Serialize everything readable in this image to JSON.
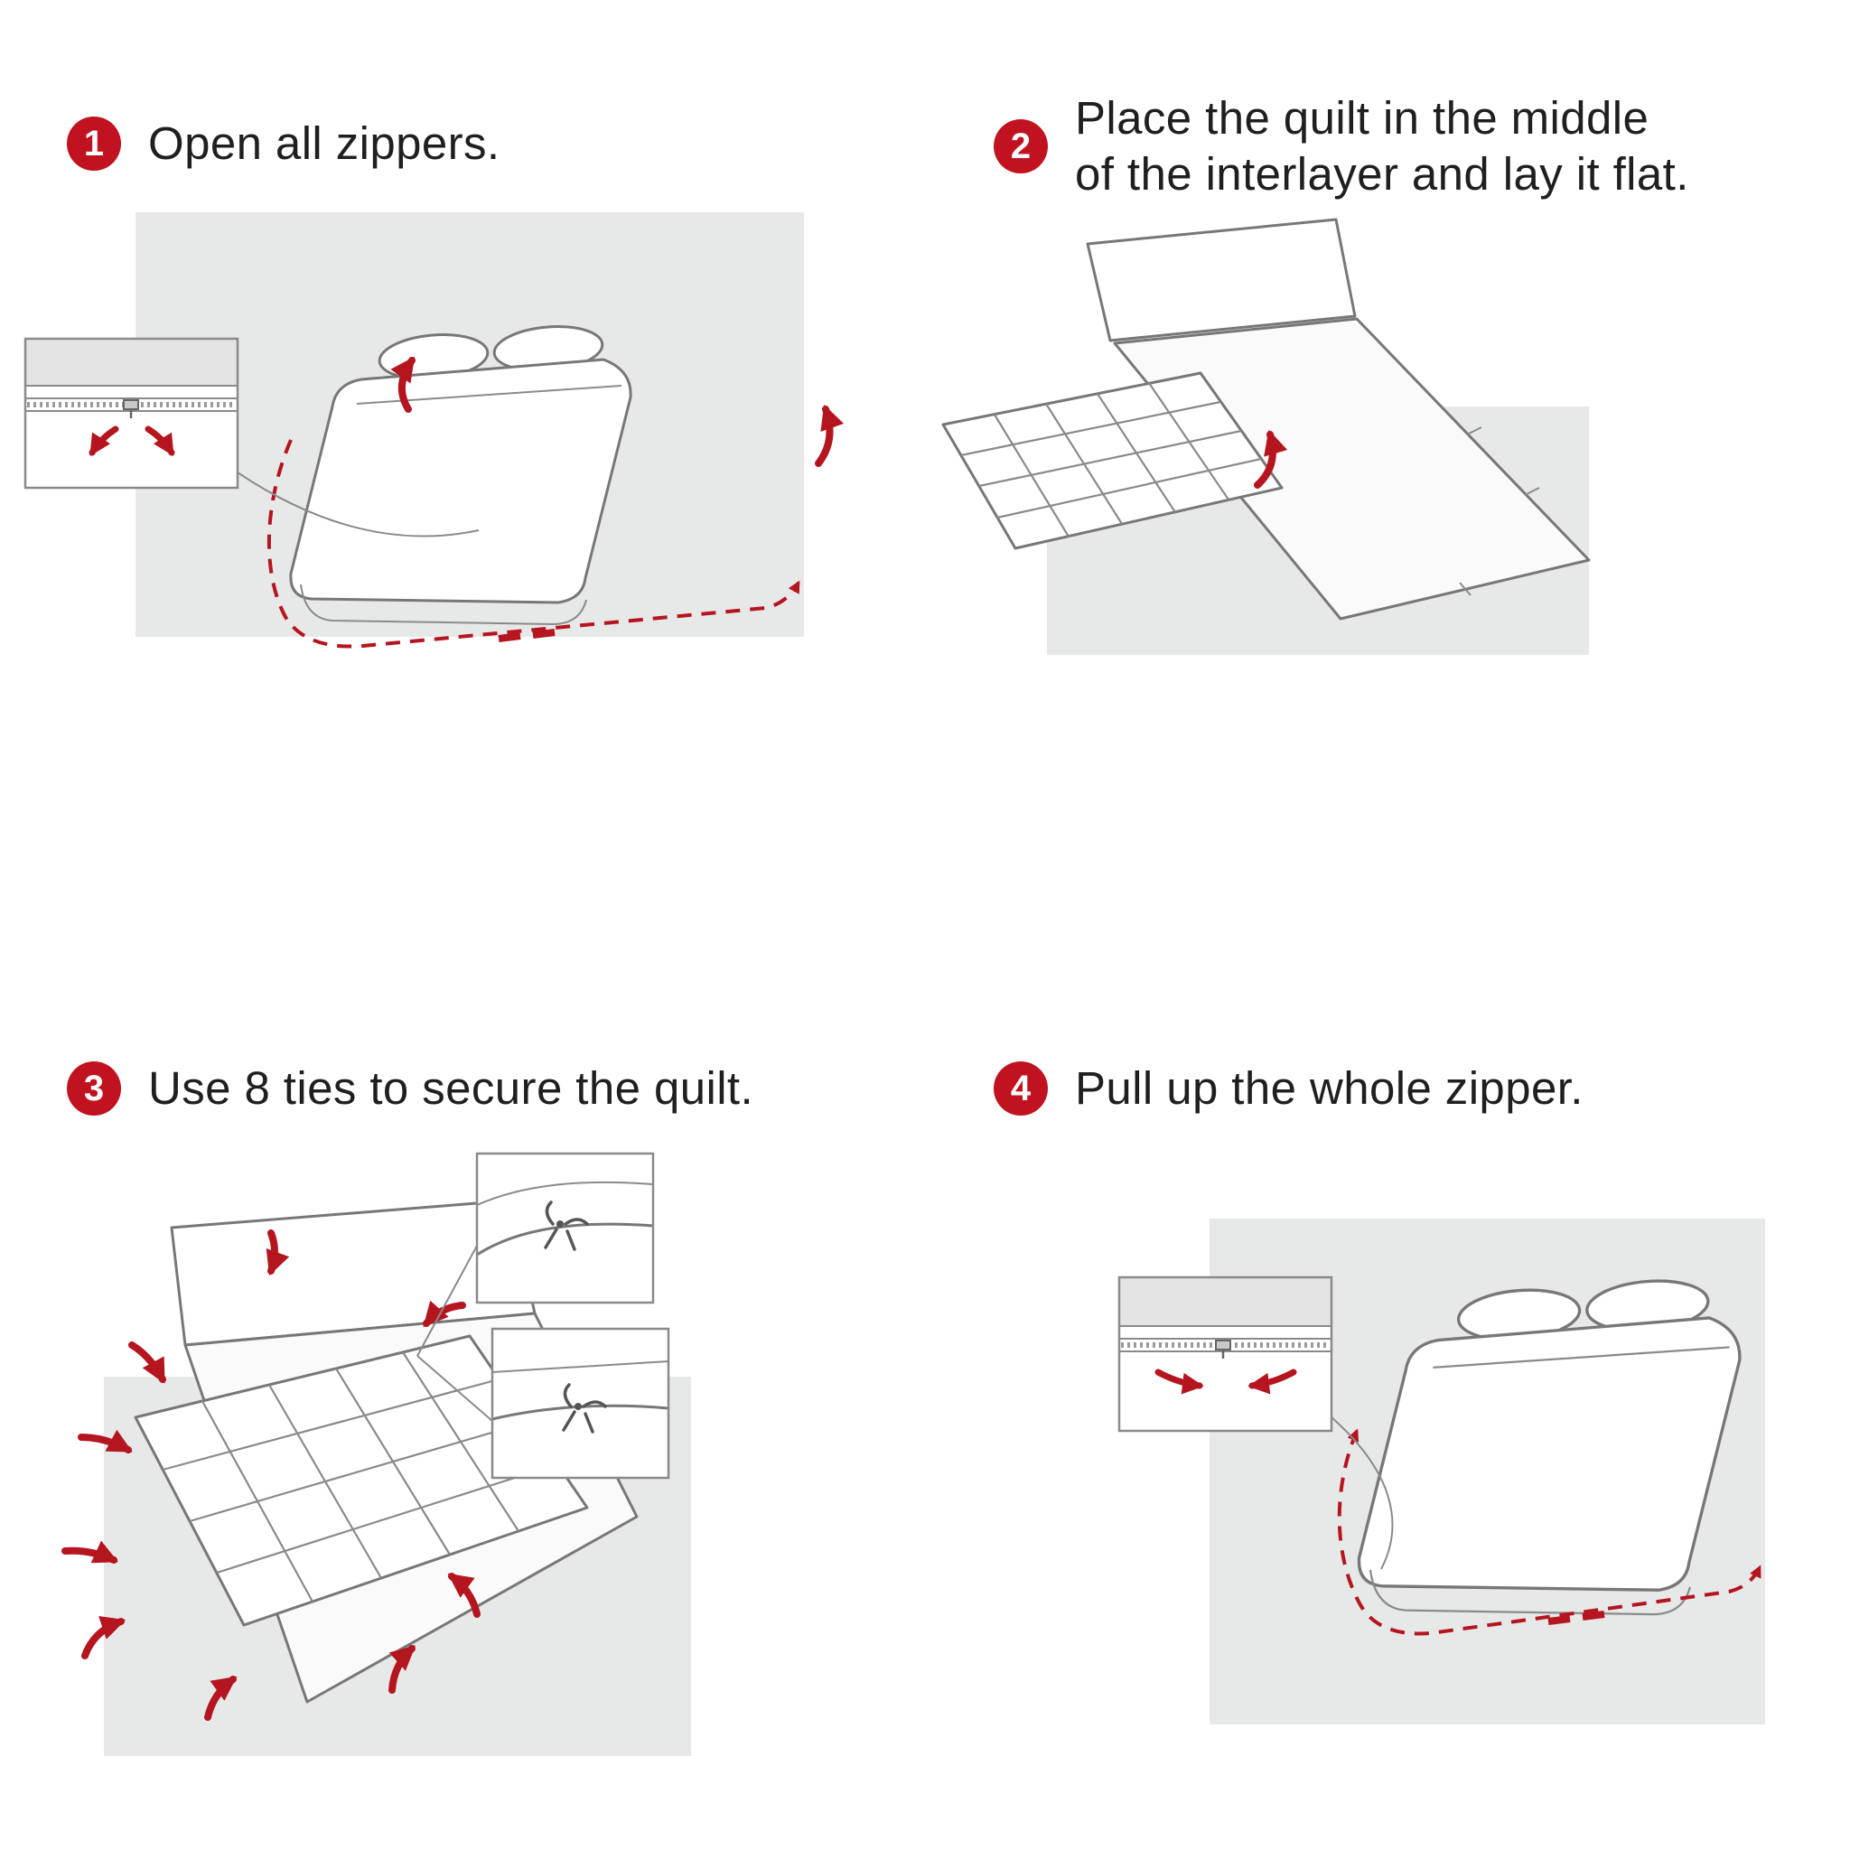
{
  "steps": [
    {
      "number": "1",
      "lines": [
        "Open all zippers.",
        ""
      ]
    },
    {
      "number": "2",
      "lines": [
        "Place the quilt in the middle",
        "of the interlayer and lay it flat."
      ]
    },
    {
      "number": "3",
      "lines": [
        "Use 8 ties to secure the quilt.",
        ""
      ]
    },
    {
      "number": "4",
      "lines": [
        "Pull up the whole zipper.",
        ""
      ]
    }
  ],
  "colors": {
    "badge_red": "#c1121f",
    "arrow_red": "#b5151f",
    "panel_gray": "#e7e9e9",
    "line_gray": "#777777",
    "text": "#1f1f1f",
    "background": "#ffffff"
  }
}
